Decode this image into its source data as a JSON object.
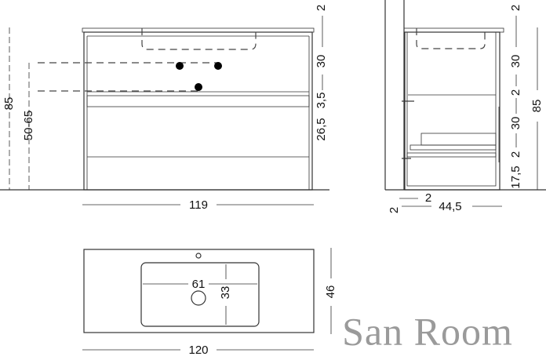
{
  "title": "Technical drawing of vanity unit",
  "front_view": {
    "width_label": "119",
    "height_label": "85",
    "pipe_height_label": "50-65",
    "right_dims": [
      "2",
      "30",
      "3,5",
      "26,5"
    ]
  },
  "side_view": {
    "depth_label": "44,5",
    "gap_labels": [
      "2",
      "2"
    ],
    "right_dims": [
      "2",
      "30",
      "2",
      "30",
      "2",
      "17,5"
    ],
    "height_label": "85"
  },
  "top_view": {
    "width_label": "120",
    "depth_label": "46",
    "basin_width_label": "61",
    "basin_depth_label": "33"
  },
  "watermark": "San Room"
}
